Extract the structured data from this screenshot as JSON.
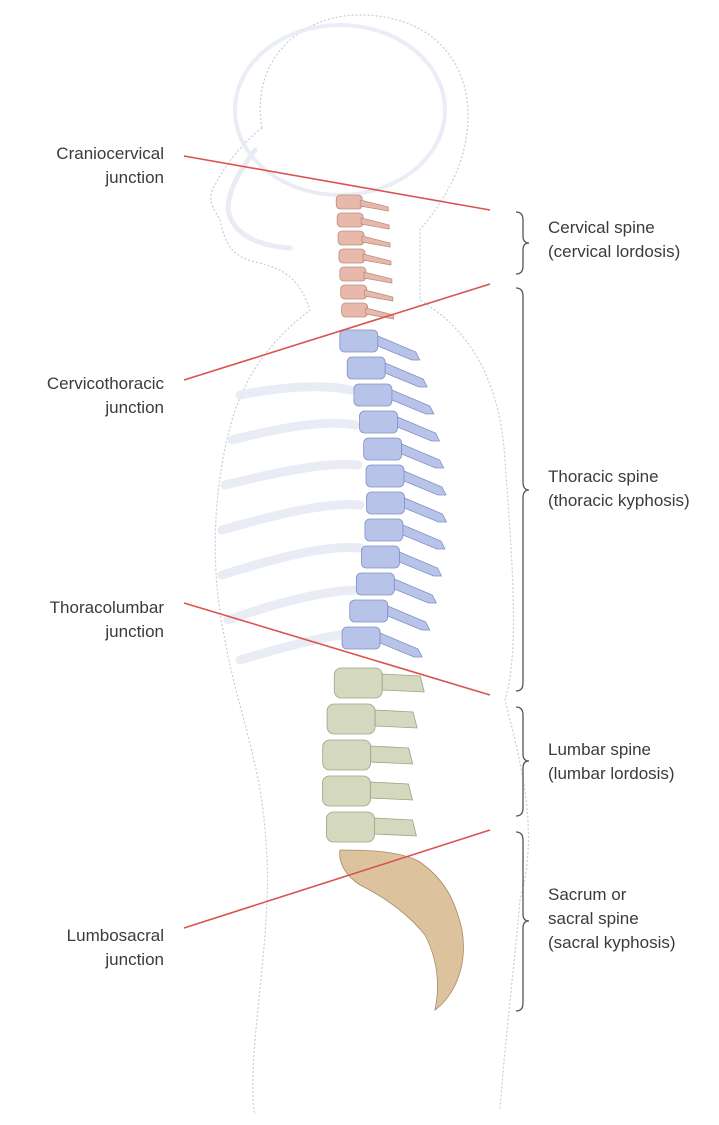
{
  "colors": {
    "junction_line": "#d9534f",
    "bracket": "#555555",
    "body_outline": "#c9ccd4",
    "cervical": "#e8b9aa",
    "thoracic": "#b8c3ea",
    "lumbar": "#d4d8be",
    "sacral": "#dcc39e",
    "skeleton_ghost": "#e4e8f3",
    "text": "#3b3b3b"
  },
  "junctions": [
    {
      "id": "craniocervical",
      "lines": [
        "Craniocervical",
        "junction"
      ]
    },
    {
      "id": "cervicothoracic",
      "lines": [
        "Cervicothoracic",
        "junction"
      ]
    },
    {
      "id": "thoracolumbar",
      "lines": [
        "Thoracolumbar",
        "junction"
      ]
    },
    {
      "id": "lumbosacral",
      "lines": [
        "Lumbosacral",
        "junction"
      ]
    }
  ],
  "regions": [
    {
      "id": "cervical",
      "lines": [
        "Cervical spine",
        "(cervical lordosis)"
      ]
    },
    {
      "id": "thoracic",
      "lines": [
        "Thoracic spine",
        "(thoracic kyphosis)"
      ]
    },
    {
      "id": "lumbar",
      "lines": [
        "Lumbar spine",
        "(lumbar lordosis)"
      ]
    },
    {
      "id": "sacral",
      "lines": [
        "Sacrum or",
        "sacral spine",
        "(sacral kyphosis)"
      ]
    }
  ]
}
